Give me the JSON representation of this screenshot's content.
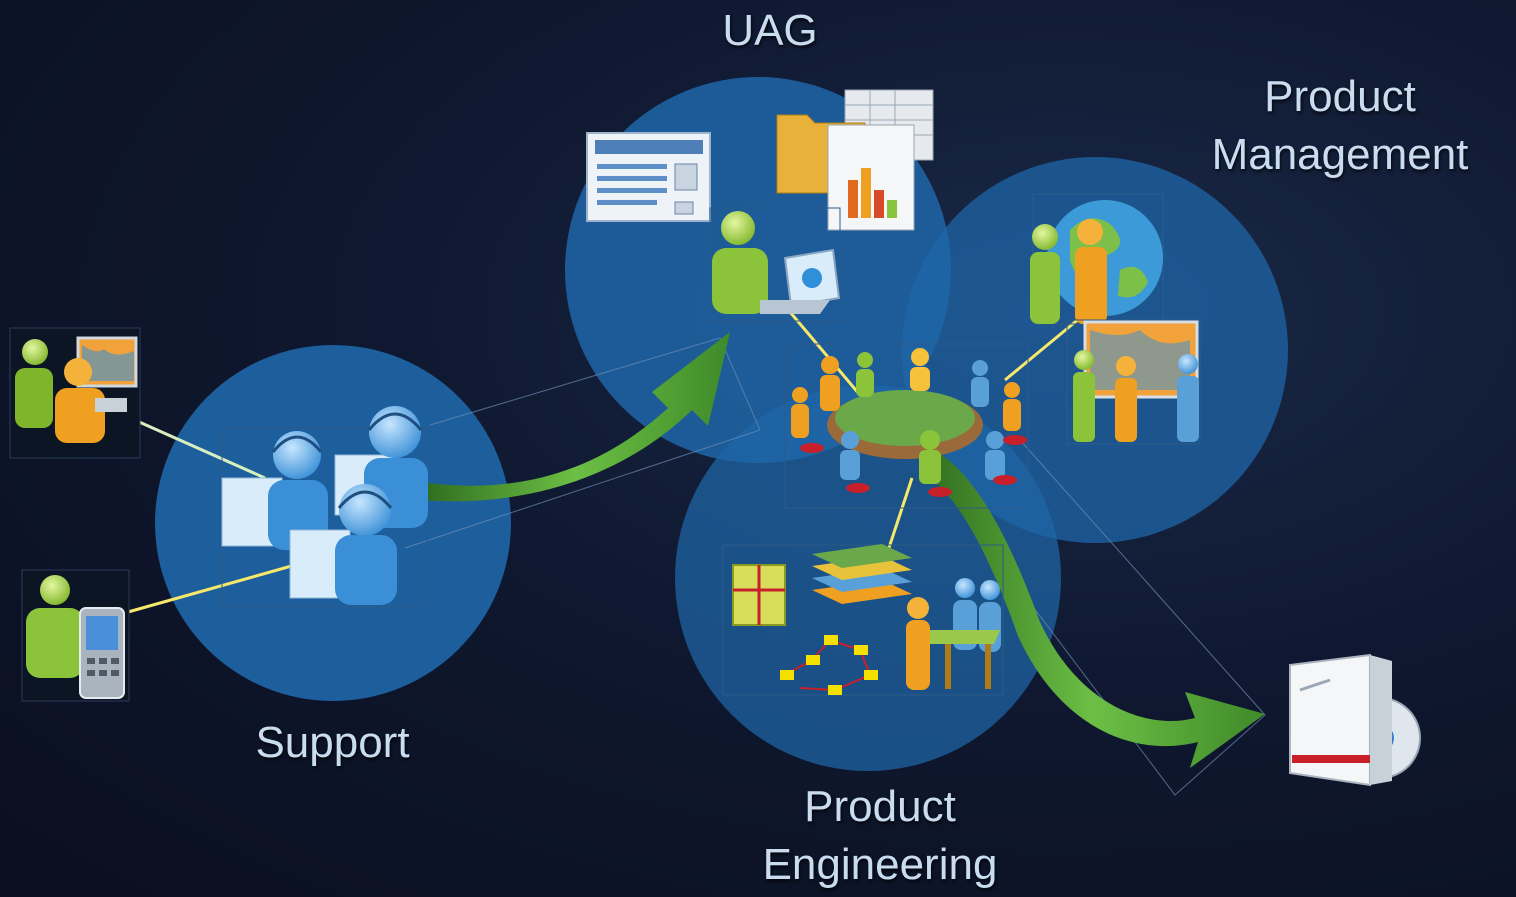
{
  "labels": {
    "uag": "UAG",
    "product_management": [
      "Product",
      "Management"
    ],
    "support": "Support",
    "product_engineering": [
      "Product",
      "Engineering"
    ]
  },
  "colors": {
    "circle_fill": "#1f66a8",
    "arrow_green": "#5aa83a",
    "connector_yellow": "#f5e86a",
    "connector_pale": "#d6eec0",
    "label_text": "#c9dcf0"
  },
  "icons": [
    "user-map-icon",
    "user-phone-icon",
    "support-team-icon",
    "document-window-icon",
    "folder-files-chart-icon",
    "user-laptop-icon",
    "meeting-table-icon",
    "globe-handshake-icon",
    "group-map-icon",
    "engineering-tools-icon",
    "software-box-icon"
  ]
}
